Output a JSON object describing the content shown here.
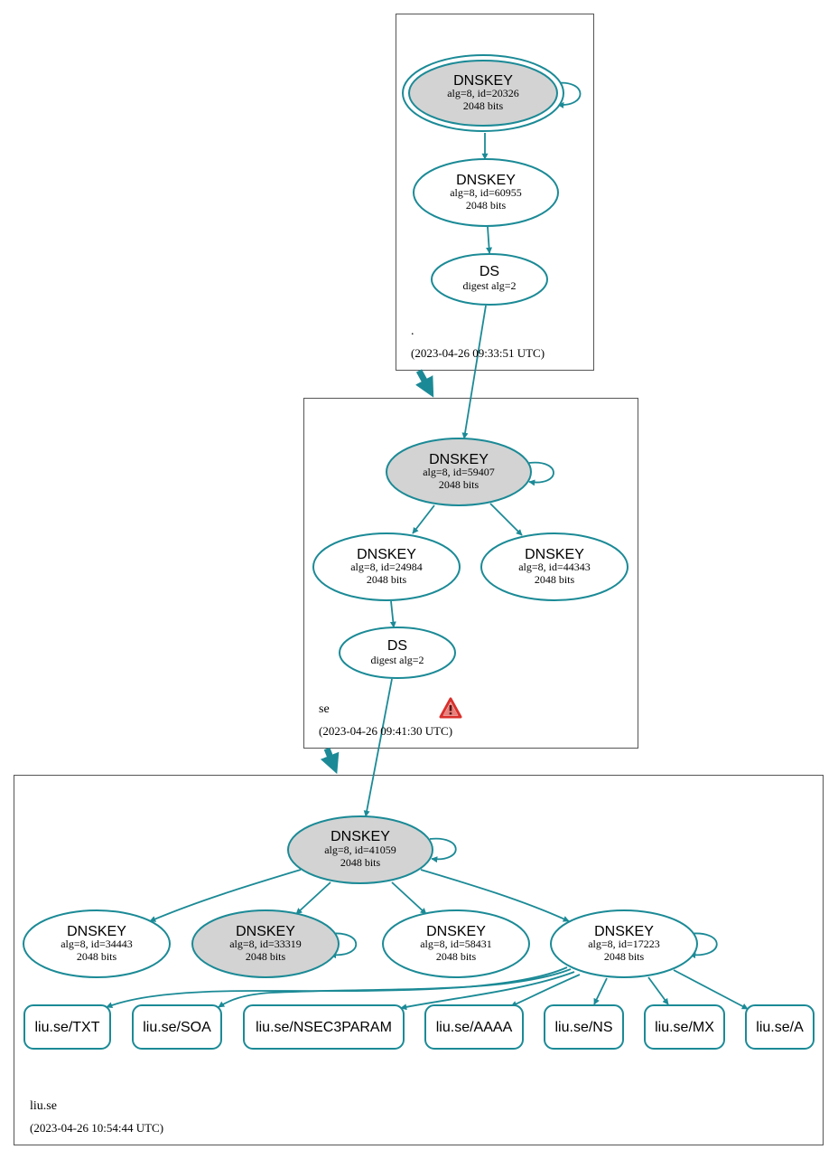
{
  "colors": {
    "edge": "#1b8a96",
    "node_fill_self_signed": "#d3d3d3",
    "node_fill_default": "#ffffff",
    "warning": "#d9302c"
  },
  "zones": {
    "root": {
      "name": ".",
      "timestamp": "(2023-04-26 09:33:51 UTC)"
    },
    "se": {
      "name": "se",
      "timestamp": "(2023-04-26 09:41:30 UTC)",
      "warning_icon": "warning-triangle-icon"
    },
    "liu": {
      "name": "liu.se",
      "timestamp": "(2023-04-26 10:54:44 UTC)"
    }
  },
  "nodes": {
    "root_ksk": {
      "title": "DNSKEY",
      "line1": "alg=8, id=20326",
      "line2": "2048 bits"
    },
    "root_zsk": {
      "title": "DNSKEY",
      "line1": "alg=8, id=60955",
      "line2": "2048 bits"
    },
    "root_ds": {
      "title": "DS",
      "line1": "digest alg=2"
    },
    "se_ksk": {
      "title": "DNSKEY",
      "line1": "alg=8, id=59407",
      "line2": "2048 bits"
    },
    "se_zsk1": {
      "title": "DNSKEY",
      "line1": "alg=8, id=24984",
      "line2": "2048 bits"
    },
    "se_zsk2": {
      "title": "DNSKEY",
      "line1": "alg=8, id=44343",
      "line2": "2048 bits"
    },
    "se_ds": {
      "title": "DS",
      "line1": "digest alg=2"
    },
    "liu_ksk": {
      "title": "DNSKEY",
      "line1": "alg=8, id=41059",
      "line2": "2048 bits"
    },
    "liu_k1": {
      "title": "DNSKEY",
      "line1": "alg=8, id=34443",
      "line2": "2048 bits"
    },
    "liu_k2": {
      "title": "DNSKEY",
      "line1": "alg=8, id=33319",
      "line2": "2048 bits"
    },
    "liu_k3": {
      "title": "DNSKEY",
      "line1": "alg=8, id=58431",
      "line2": "2048 bits"
    },
    "liu_k4": {
      "title": "DNSKEY",
      "line1": "alg=8, id=17223",
      "line2": "2048 bits"
    }
  },
  "rrsets": {
    "txt": "liu.se/TXT",
    "soa": "liu.se/SOA",
    "nsec3param": "liu.se/NSEC3PARAM",
    "aaaa": "liu.se/AAAA",
    "ns": "liu.se/NS",
    "mx": "liu.se/MX",
    "a": "liu.se/A"
  }
}
